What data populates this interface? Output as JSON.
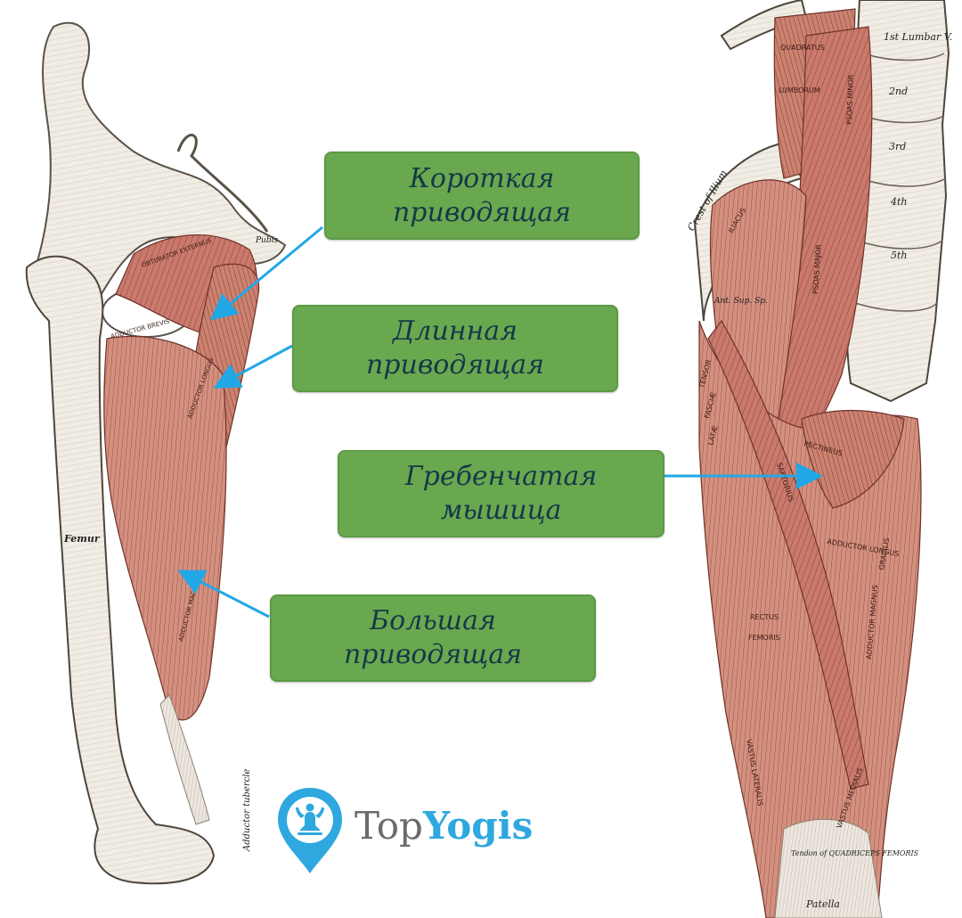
{
  "labels": {
    "short_adductor": {
      "line1": "Короткая",
      "line2": "приводящая"
    },
    "long_adductor": {
      "line1": "Длинная",
      "line2": "приводящая"
    },
    "pectineus": {
      "line1": "Гребенчатая",
      "line2": "мышица"
    },
    "great_adductor": {
      "line1": "Большая",
      "line2": "приводящая"
    }
  },
  "figure_text": {
    "quadratus": "QUADRATUS",
    "lumborum": "LUMBORUM",
    "psoas_minor": "PSOAS MINOR",
    "psoas_major": "PSOAS MAJOR",
    "iliacus": "ILIACUS",
    "lumbar": "1st Lumbar V.",
    "v2": "2nd",
    "v3": "3rd",
    "v4": "4th",
    "v5": "5th",
    "crest": "Crest of Ilium",
    "ant_sup_sp": "Ant. Sup. Sp.",
    "tensor": "TENSOR",
    "fasciae": "FASCIÆ",
    "latae": "LATÆ",
    "pectineus": "PECTINEUS",
    "sartorius": "SARTORIUS",
    "adductor_longus": "ADDUCTOR LONGUS",
    "gracilis": "GRACILIS",
    "rectus": "RECTUS",
    "femoris": "FEMORIS",
    "adductor_magnus": "ADDUCTOR MAGNUS",
    "vastus_lateralis": "VASTUS LATERALIS",
    "vastus_medialis": "VASTUS MEDIALIS",
    "tendon": "Tendon of QUADRICEPS FEMORIS",
    "patella": "Patella",
    "femur": "Femur",
    "obturator_externus": "OBTURATOR EXTERNUS",
    "adductor_brevis": "ADDUCTOR BREVIS",
    "adductor_longus_left": "ADDUCTOR LONGUS",
    "adductor_magnus_left": "ADDUCTOR MAGNUS",
    "adductor_tubercle": "Adductor tubercle",
    "pubis": "Pubis"
  },
  "logo": {
    "part1": "Top",
    "part2": "Yogis"
  },
  "colors": {
    "box_fill": "#6aa84f",
    "box_text": "#123a48",
    "arrow": "#22a7e6",
    "muscle": "#c9766a",
    "bone": "#f2ede6",
    "logo_blue": "#2ea8df",
    "logo_gray": "#6b6b6b"
  }
}
